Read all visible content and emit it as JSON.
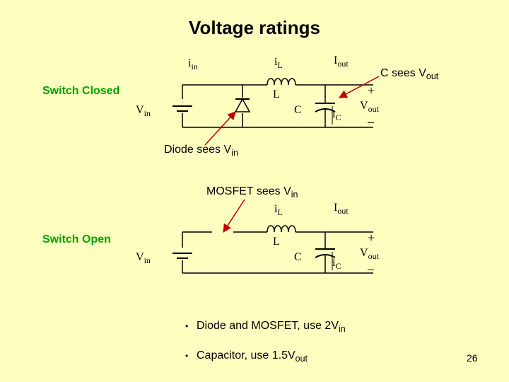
{
  "title": "Voltage ratings",
  "labels": {
    "switch_closed": "Switch Closed",
    "switch_open": "Switch Open"
  },
  "annotations": {
    "cap": {
      "text": "C sees V",
      "sub": "out"
    },
    "diode": {
      "text": "Diode sees V",
      "sub": "in"
    },
    "mosfet": {
      "text": "MOSFET sees V",
      "sub": "in"
    }
  },
  "circuit_top": {
    "iin": {
      "main": "i",
      "sub": "in"
    },
    "iL": {
      "main": "i",
      "sub": "L"
    },
    "Iout": {
      "main": "I",
      "sub": "out"
    },
    "L": "L",
    "C": "C",
    "iC": {
      "main": "i",
      "sub": "C"
    },
    "Vin": {
      "main": "V",
      "sub": "in"
    },
    "plus": "+",
    "Vout": {
      "main": "V",
      "sub": "out"
    },
    "minus": "–"
  },
  "circuit_bottom": {
    "iL": {
      "main": "i",
      "sub": "L"
    },
    "Iout": {
      "main": "I",
      "sub": "out"
    },
    "L": "L",
    "C": "C",
    "iC": {
      "main": "i",
      "sub": "C"
    },
    "Vin": {
      "main": "V",
      "sub": "in"
    },
    "plus": "+",
    "Vout": {
      "main": "V",
      "sub": "out"
    },
    "minus": "–"
  },
  "bullets": [
    {
      "bullet": "•",
      "text": "Diode and MOSFET, use 2V",
      "sub": "in"
    },
    {
      "bullet": "•",
      "text": "Capacitor, use 1.5V",
      "sub": "out"
    }
  ],
  "page_number": "26",
  "colors": {
    "background": "#FFFFC0",
    "label_green": "#00A000",
    "arrow_red": "#C00000"
  }
}
